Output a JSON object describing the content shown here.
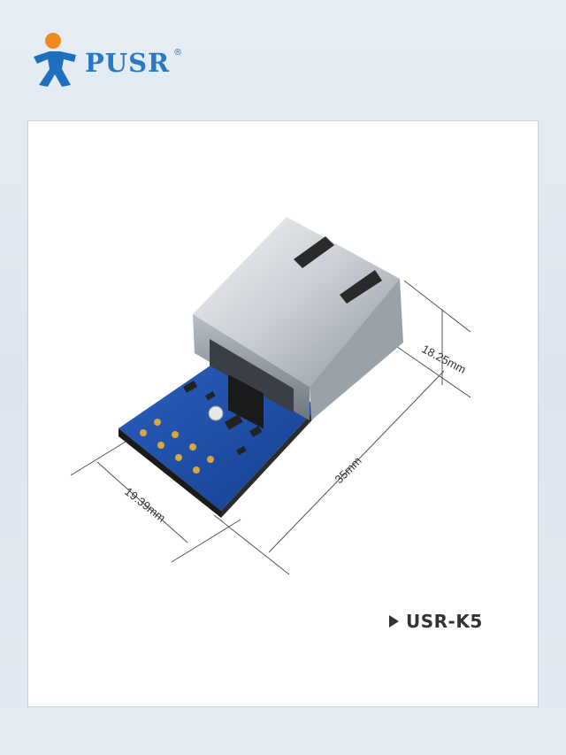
{
  "brand": {
    "name": "PUSR",
    "registered_mark": "®",
    "figure_color": "#1f6fbf",
    "head_color": "#f08a1e",
    "text_color": "#2a78c6"
  },
  "product_image": {
    "icon": "rj45-ethernet-module-image",
    "pcb_color": "#1d4fa8",
    "dimensions": {
      "height": "18.25mm",
      "length": "35mm",
      "width": "19.39mm"
    }
  },
  "model": {
    "marker_icon": "triangle-right-icon",
    "label": "USR-K5"
  }
}
